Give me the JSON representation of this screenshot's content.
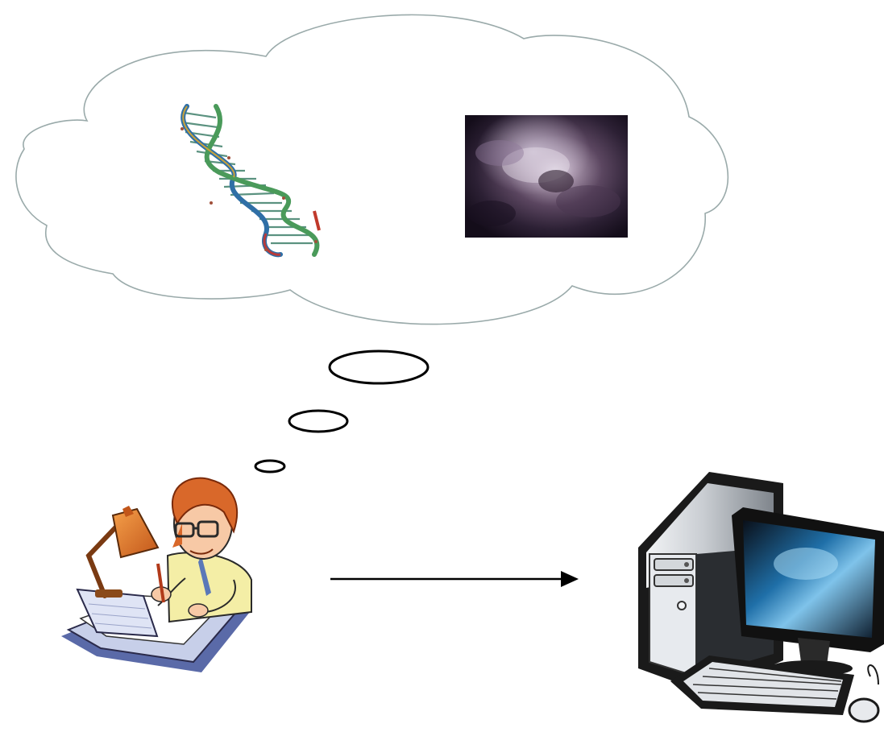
{
  "scene": {
    "thought_cloud": {
      "items": [
        "dna-double-helix",
        "nebula-image"
      ]
    },
    "thinker": "scientist-writing-at-desk-with-lamp",
    "arrow_direction": "right",
    "target": "desktop-computer",
    "colors": {
      "cloud_stroke": "#9aaaaa",
      "bubble_stroke": "#000000",
      "arrow": "#000000",
      "helix_blue": "#2f6fa6",
      "helix_green": "#4a9a5a",
      "nebula_dark": "#22162a",
      "hair": "#d9682a",
      "lamp": "#e0742a",
      "shirt": "#f4eea6",
      "computer_dark": "#1a1a1a",
      "computer_silver": "#c9cdd2",
      "screen_blue": "#1f6fa8"
    }
  }
}
